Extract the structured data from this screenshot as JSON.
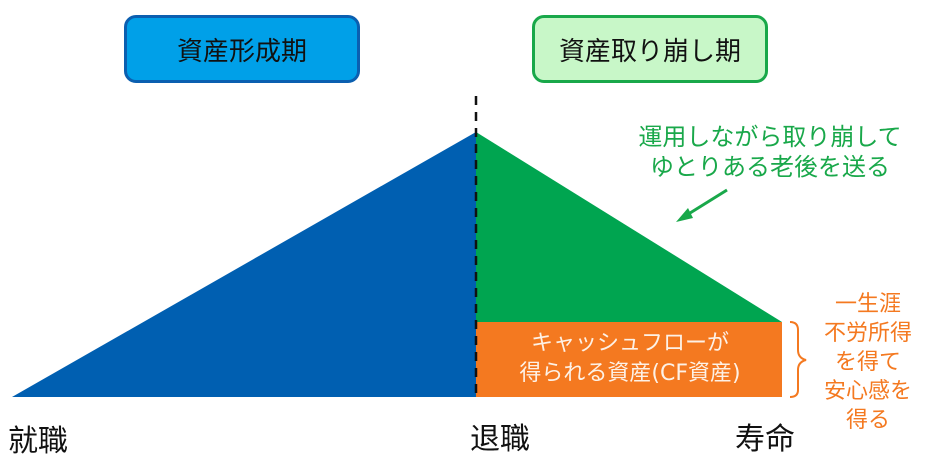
{
  "colors": {
    "accumulation_fill": "#005fb1",
    "drawdown_fill": "#00a550",
    "cf_asset_fill": "#f47920",
    "green_text": "#19a84a",
    "orange_text": "#f47920",
    "box_accum_fill": "#00a0e8",
    "box_draw_fill": "#c8f7c8"
  },
  "phases": {
    "accumulation": {
      "label": "資産形成期"
    },
    "drawdown": {
      "label": "資産取り崩し期"
    }
  },
  "annotation_drawdown": {
    "line1": "運用しながら取り崩して",
    "line2": "ゆとりある老後を送る"
  },
  "cf_asset": {
    "line1": "キャッシュフローが",
    "line2": "得られる資産(CF資産)"
  },
  "annotation_cf": {
    "line1": "一生涯",
    "line2": "不労所得",
    "line3": "を得て",
    "line4": "安心感を",
    "line5": "得る"
  },
  "timeline": {
    "start": "就職",
    "retirement": "退職",
    "end": "寿命"
  }
}
